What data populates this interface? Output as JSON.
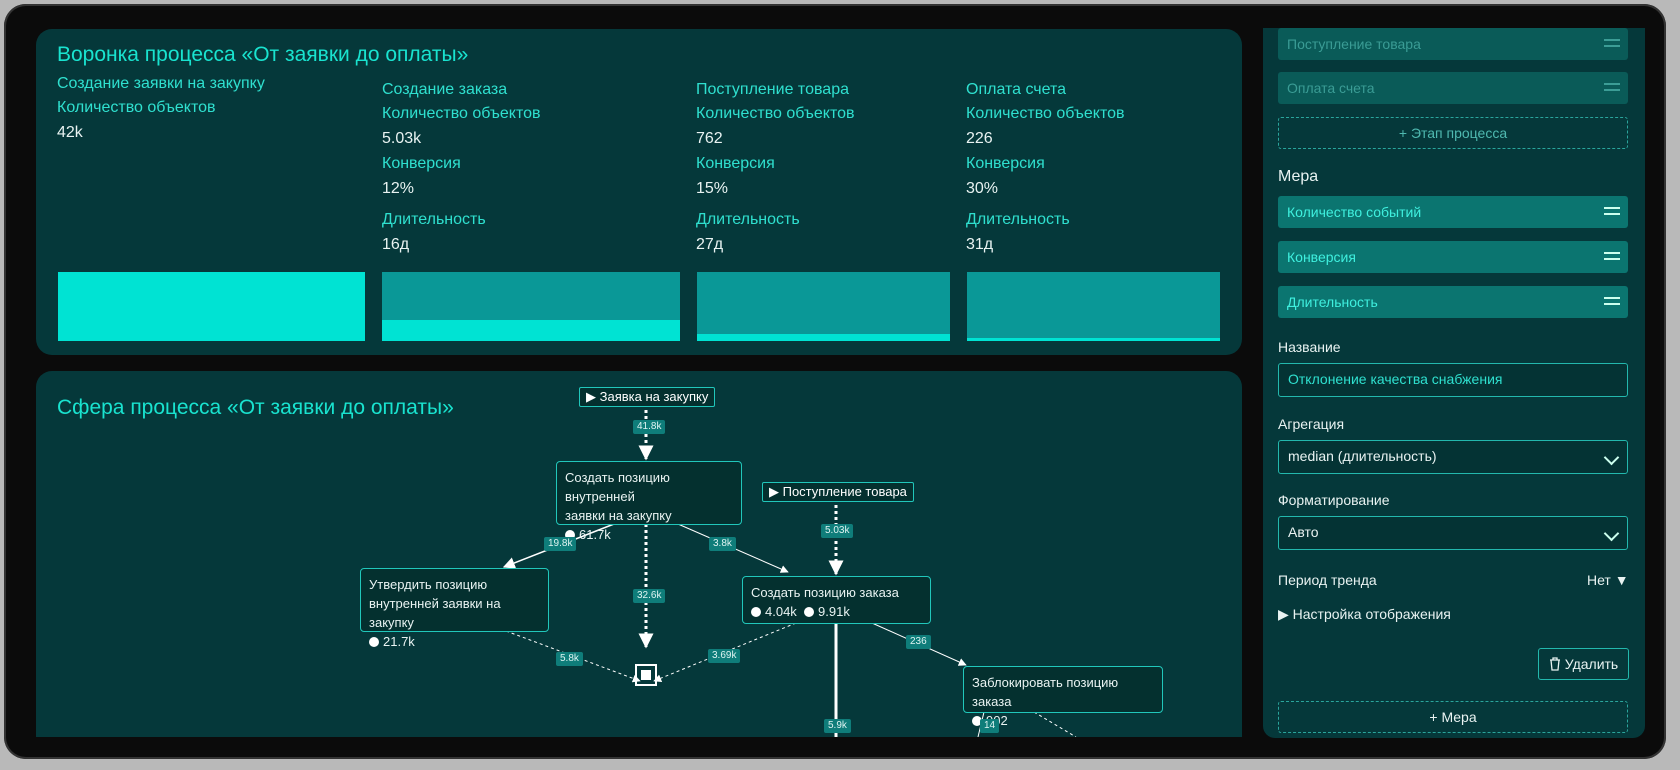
{
  "funnel": {
    "title": "Воронка процесса «От заявки до оплаты»",
    "stages": [
      {
        "name": "Создание заявки на закупку",
        "count_label": "Количество объектов",
        "count": "42k",
        "fill": 1.0
      },
      {
        "name": "Создание заказа",
        "count_label": "Количество объектов",
        "count": "5.03k",
        "conversion_label": "Конверсия",
        "conversion": "12%",
        "duration_label": "Длительность",
        "duration": "16д",
        "fill": 0.3
      },
      {
        "name": "Поступление товара",
        "count_label": "Количество объектов",
        "count": "762",
        "conversion_label": "Конверсия",
        "conversion": "15%",
        "duration_label": "Длительность",
        "duration": "27д",
        "fill": 0.1
      },
      {
        "name": "Оплата счета",
        "count_label": "Количество объектов",
        "count": "226",
        "conversion_label": "Конверсия",
        "conversion": "30%",
        "duration_label": "Длительность",
        "duration": "31д",
        "fill": 0.05
      }
    ]
  },
  "sphere": {
    "title": "Сфера процесса «От заявки до оплаты»",
    "start_nodes": [
      {
        "label": "▶ Заявка на закупку"
      },
      {
        "label": "▶ Поступление товара"
      }
    ],
    "nodes": [
      {
        "line1": "Создать позицию внутренней",
        "line2": "заявки на закупку",
        "count": "61.7k"
      },
      {
        "line1": "Утвердить позицию",
        "line2": "внутренней заявки на закупку",
        "count": "21.7k"
      },
      {
        "line1": "Создать позицию заказа",
        "count": "4.04k",
        "count2": "9.91k"
      },
      {
        "line1": "Заблокировать позицию заказа",
        "count": "902"
      }
    ],
    "edges": [
      "41.8k",
      "19.8k",
      "3.8k",
      "5.03k",
      "32.6k",
      "236",
      "5.8k",
      "3.69k",
      "5.9k",
      "14"
    ]
  },
  "sidebar": {
    "stages": [
      "Поступление товара",
      "Оплата счета"
    ],
    "add_stage": "+ Этап процесса",
    "measure_title": "Мера",
    "measures": [
      "Количество событий",
      "Конверсия",
      "Длительность"
    ],
    "name_label": "Название",
    "name_value": "Отклонение качества снабжения",
    "aggregation_label": "Агрегация",
    "aggregation_value": "median (длительность)",
    "format_label": "Форматирование",
    "format_value": "Авто",
    "trend_label": "Период тренда",
    "trend_value": "Нет ▼",
    "display_settings": "▶ Настройка отображения",
    "delete_label": "Удалить",
    "add_measure": "+ Мера"
  }
}
